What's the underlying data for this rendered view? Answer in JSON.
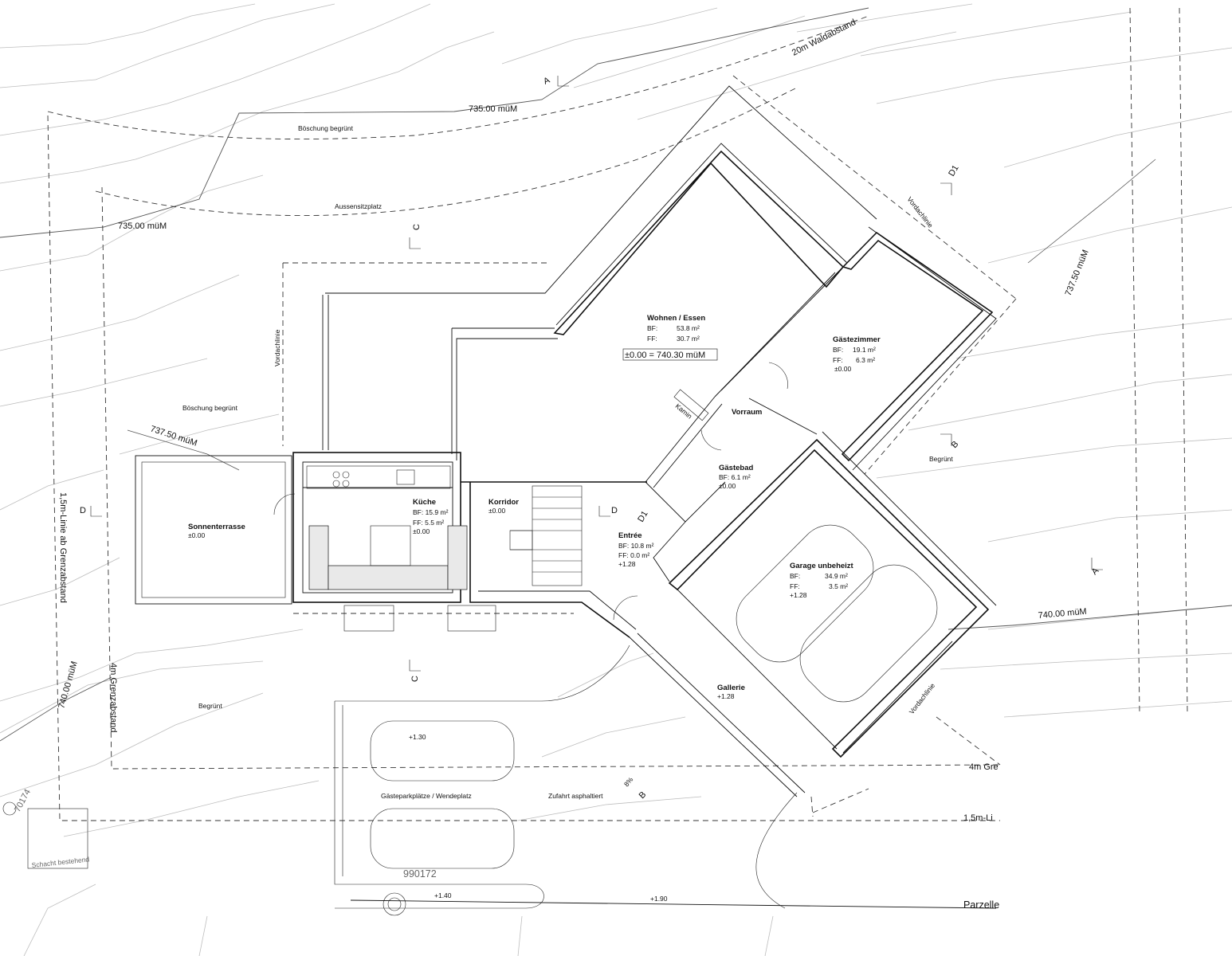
{
  "rooms": {
    "wohnen": {
      "name": "Wohnen / Essen",
      "bf_label": "BF:",
      "bf": "53.8 m²",
      "ff_label": "FF:",
      "ff": "30.7 m²"
    },
    "reference": "±0.00 = 740.30 müM",
    "gaestezimmer": {
      "name": "Gästezimmer",
      "bf_label": "BF:",
      "bf": "19.1 m²",
      "ff_label": "FF:",
      "ff": "6.3 m²",
      "level": "±0.00"
    },
    "vorraum": {
      "name": "Vorraum"
    },
    "kamin": "Kamin",
    "gaestebad": {
      "name": "Gästebad",
      "bf": "BF: 6.1 m²",
      "level": "±0.00"
    },
    "kueche": {
      "name": "Küche",
      "bf": "BF: 15.9 m²",
      "ff": "FF:   5.5 m²",
      "level": "±0.00"
    },
    "korridor": {
      "name": "Korridor",
      "level": "±0.00"
    },
    "sonnenterrasse": {
      "name": "Sonnenterrasse",
      "level": "±0.00"
    },
    "entree": {
      "name": "Entrée",
      "bf": "BF: 10.8 m²",
      "ff": "FF:   0.0 m²",
      "level": "+1.28"
    },
    "garage": {
      "name": "Garage unbeheizt",
      "bf_label": "BF:",
      "bf": "34.9 m²",
      "ff_label": "FF:",
      "ff": "3.5 m²",
      "level": "+1.28"
    },
    "gallerie": {
      "name": "Gallerie",
      "level": "+1.28"
    }
  },
  "site": {
    "boeschung_top": "Böschung begrünt",
    "aussensitzplatz": "Aussensitzplatz",
    "boeschung_left": "Böschung begrünt",
    "begruent_right": "Begrünt",
    "begruent_bottom": "Begrünt",
    "vordachlinie": "Vordachlinie",
    "gaesteparkplaetze": "Gästeparkplätze / Wendeplatz",
    "zufahrt": "Zufahrt asphaltiert",
    "schacht": "Schacht bestehend",
    "slope": "8%",
    "park_level": "+1.30",
    "level_140": "+1.40",
    "level_190": "+1.90",
    "parcel_a": "70174",
    "parcel_b": "990172",
    "parzelle": "Parzelle"
  },
  "contours": {
    "c735_top": "735.00 müM",
    "c735_left": "735.00 müM",
    "c737_right": "737.50 müM",
    "c737_left": "737.50 müM",
    "c740_right": "740.00 müM",
    "c740_left": "740.00 müM"
  },
  "setbacks": {
    "wald": "20m Waldabstand",
    "grenz_4m": "4m Grenzabstand",
    "grenz_4m_short": "4m Gre",
    "grenz_15": "1,5m-Linie ab Grenzabstand",
    "grenz_15_short": "1,5m-Li"
  },
  "sections": {
    "a": "A",
    "b": "B",
    "c": "C",
    "d": "D",
    "d1": "D1"
  }
}
